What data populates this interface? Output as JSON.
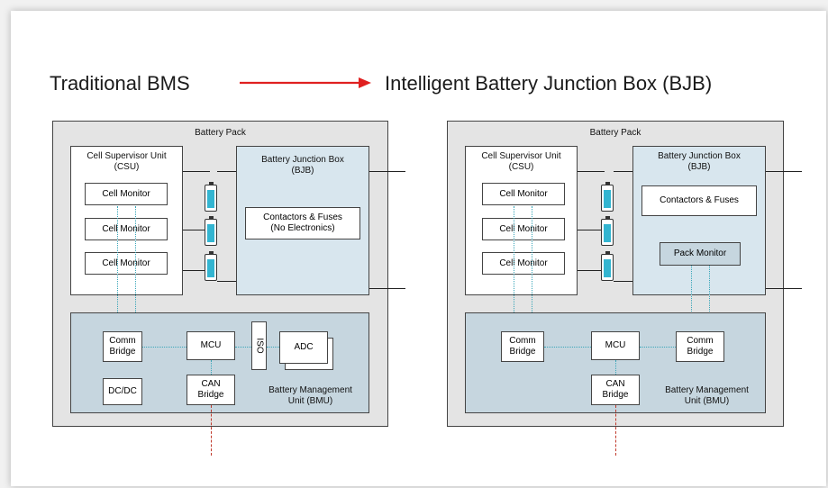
{
  "heading": {
    "left": "Traditional BMS",
    "right": "Intelligent Battery Junction Box (BJB)",
    "arrow_color": "#e02020"
  },
  "left": {
    "pack_label": "Battery Pack",
    "csu_title_1": "Cell Supervisor Unit",
    "csu_title_2": "(CSU)",
    "cell_monitors": [
      "Cell Monitor",
      "Cell Monitor",
      "Cell Monitor"
    ],
    "bjb_title_1": "Battery Junction Box",
    "bjb_title_2": "(BJB)",
    "contactors_1": "Contactors & Fuses",
    "contactors_2": "(No Electronics)",
    "comm_bridge_1": "Comm",
    "comm_bridge_2": "Bridge",
    "mcu": "MCU",
    "iso": "ISO",
    "adc": "ADC",
    "dcdc": "DC/DC",
    "can_bridge_1": "CAN",
    "can_bridge_2": "Bridge",
    "bmu_1": "Battery Management",
    "bmu_2": "Unit (BMU)"
  },
  "right": {
    "pack_label": "Battery Pack",
    "csu_title_1": "Cell Supervisor Unit",
    "csu_title_2": "(CSU)",
    "cell_monitors": [
      "Cell Monitor",
      "Cell Monitor",
      "Cell Monitor"
    ],
    "bjb_title_1": "Battery Junction Box",
    "bjb_title_2": "(BJB)",
    "contactors": "Contactors & Fuses",
    "pack_monitor": "Pack Monitor",
    "comm_bridge_1": "Comm",
    "comm_bridge_2": "Bridge",
    "mcu": "MCU",
    "comm_bridge_b_1": "Comm",
    "comm_bridge_b_2": "Bridge",
    "can_bridge_1": "CAN",
    "can_bridge_2": "Bridge",
    "bmu_1": "Battery Management",
    "bmu_2": "Unit (BMU)"
  }
}
